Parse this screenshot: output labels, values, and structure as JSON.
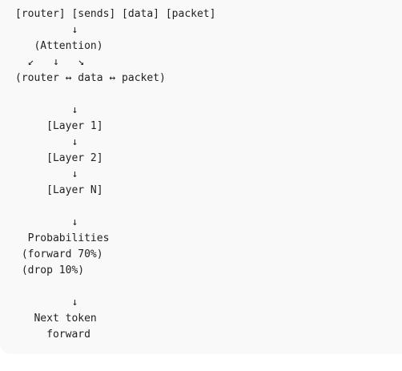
{
  "diagram": {
    "lines": [
      "[router] [sends] [data] [packet]",
      "         ↓",
      "   (Attention)",
      "  ↙   ↓   ↘",
      "(router ↔ data ↔ packet)",
      "",
      "         ↓",
      "     [Layer 1]",
      "         ↓",
      "     [Layer 2]",
      "         ↓",
      "     [Layer N]",
      "",
      "         ↓",
      "  Probabilities",
      " (forward 70%)",
      " (drop 10%)",
      "",
      "         ↓",
      "   Next token",
      "     forward"
    ]
  }
}
